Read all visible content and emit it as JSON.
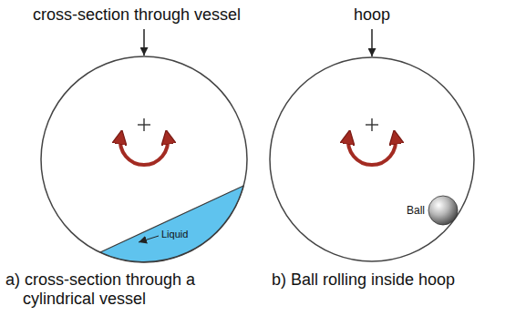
{
  "diagram": {
    "labels": [
      "cross-section through vessel",
      "hoop",
      "Liquid",
      "Ball",
      "a) cross-section through a cylindrical vessel",
      "b) Ball rolling inside hoop"
    ]
  }
}
